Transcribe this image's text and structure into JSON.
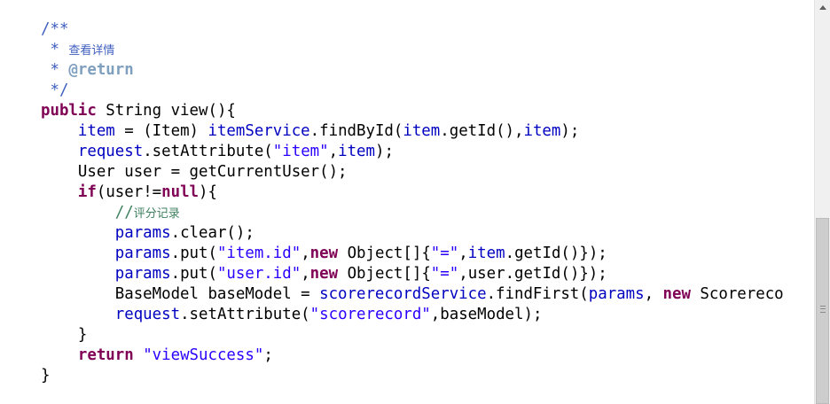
{
  "editor": {
    "lines": [
      [
        {
          "t": "javadoc",
          "v": "/**"
        }
      ],
      [
        {
          "t": "javadoc",
          "v": " * "
        },
        {
          "t": "javadoc-cjk",
          "v": "查看详情"
        }
      ],
      [
        {
          "t": "javadoc",
          "v": " * "
        },
        {
          "t": "doctag",
          "v": "@return"
        }
      ],
      [
        {
          "t": "javadoc",
          "v": " */"
        }
      ],
      [
        {
          "t": "keyword",
          "v": "public"
        },
        {
          "t": "plain",
          "v": " String view(){"
        }
      ],
      [
        {
          "t": "plain",
          "v": "    "
        },
        {
          "t": "field",
          "v": "item"
        },
        {
          "t": "plain",
          "v": " = (Item) "
        },
        {
          "t": "field",
          "v": "itemService"
        },
        {
          "t": "plain",
          "v": ".findById("
        },
        {
          "t": "field",
          "v": "item"
        },
        {
          "t": "plain",
          "v": ".getId(),"
        },
        {
          "t": "field",
          "v": "item"
        },
        {
          "t": "plain",
          "v": ");"
        }
      ],
      [
        {
          "t": "plain",
          "v": "    "
        },
        {
          "t": "field",
          "v": "request"
        },
        {
          "t": "plain",
          "v": ".setAttribute("
        },
        {
          "t": "string",
          "v": "\"item\""
        },
        {
          "t": "plain",
          "v": ","
        },
        {
          "t": "field",
          "v": "item"
        },
        {
          "t": "plain",
          "v": ");"
        }
      ],
      [
        {
          "t": "plain",
          "v": "    User user = getCurrentUser();"
        }
      ],
      [
        {
          "t": "plain",
          "v": "    "
        },
        {
          "t": "keyword",
          "v": "if"
        },
        {
          "t": "plain",
          "v": "(user!="
        },
        {
          "t": "keyword",
          "v": "null"
        },
        {
          "t": "plain",
          "v": "){"
        }
      ],
      [
        {
          "t": "plain",
          "v": "        "
        },
        {
          "t": "comment",
          "v": "//"
        },
        {
          "t": "comment-cjk",
          "v": "评分记录"
        }
      ],
      [
        {
          "t": "plain",
          "v": "        "
        },
        {
          "t": "field",
          "v": "params"
        },
        {
          "t": "plain",
          "v": ".clear();"
        }
      ],
      [
        {
          "t": "plain",
          "v": "        "
        },
        {
          "t": "field",
          "v": "params"
        },
        {
          "t": "plain",
          "v": ".put("
        },
        {
          "t": "string",
          "v": "\"item.id\""
        },
        {
          "t": "plain",
          "v": ","
        },
        {
          "t": "keyword",
          "v": "new"
        },
        {
          "t": "plain",
          "v": " Object[]{"
        },
        {
          "t": "string",
          "v": "\"=\""
        },
        {
          "t": "plain",
          "v": ","
        },
        {
          "t": "field",
          "v": "item"
        },
        {
          "t": "plain",
          "v": ".getId()});"
        }
      ],
      [
        {
          "t": "plain",
          "v": "        "
        },
        {
          "t": "field",
          "v": "params"
        },
        {
          "t": "plain",
          "v": ".put("
        },
        {
          "t": "string",
          "v": "\"user.id\""
        },
        {
          "t": "plain",
          "v": ","
        },
        {
          "t": "keyword",
          "v": "new"
        },
        {
          "t": "plain",
          "v": " Object[]{"
        },
        {
          "t": "string",
          "v": "\"=\""
        },
        {
          "t": "plain",
          "v": ",user.getId()});"
        }
      ],
      [
        {
          "t": "plain",
          "v": "        BaseModel baseModel = "
        },
        {
          "t": "field",
          "v": "scorerecordService"
        },
        {
          "t": "plain",
          "v": ".findFirst("
        },
        {
          "t": "field",
          "v": "params"
        },
        {
          "t": "plain",
          "v": ", "
        },
        {
          "t": "keyword",
          "v": "new"
        },
        {
          "t": "plain",
          "v": " Scorereco"
        }
      ],
      [
        {
          "t": "plain",
          "v": "        "
        },
        {
          "t": "field",
          "v": "request"
        },
        {
          "t": "plain",
          "v": ".setAttribute("
        },
        {
          "t": "string",
          "v": "\"scorerecord\""
        },
        {
          "t": "plain",
          "v": ",baseModel);"
        }
      ],
      [
        {
          "t": "plain",
          "v": "    }"
        }
      ],
      [
        {
          "t": "plain",
          "v": "    "
        },
        {
          "t": "keyword",
          "v": "return"
        },
        {
          "t": "plain",
          "v": " "
        },
        {
          "t": "string",
          "v": "\"viewSuccess\""
        },
        {
          "t": "plain",
          "v": ";"
        }
      ],
      [
        {
          "t": "plain",
          "v": "}"
        }
      ]
    ]
  },
  "colors": {
    "keyword": "#7f0055",
    "field": "#0000c0",
    "string": "#2a00ff",
    "comment": "#3f7f5f",
    "javadoc": "#3f5fbf",
    "doctag": "#7f9fbf"
  },
  "scrollbar": {
    "up_icon": "triangle-up-icon",
    "position": 1.0
  }
}
